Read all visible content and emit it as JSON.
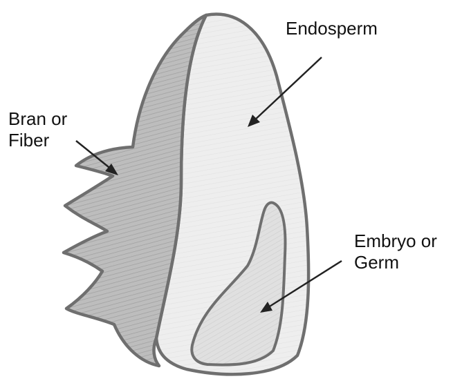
{
  "labels": {
    "endosperm": "Endosperm",
    "bran_line1": "Bran or",
    "bran_line2": "Fiber",
    "embryo_line1": "Embryo or",
    "embryo_line2": "Germ"
  },
  "colors": {
    "outline": "#6f6f6f",
    "bran_fill": "#bdbdbd",
    "endosperm_fill": "#eeeeee",
    "germ_fill": "#e0e0e0",
    "arrow": "#222222"
  }
}
